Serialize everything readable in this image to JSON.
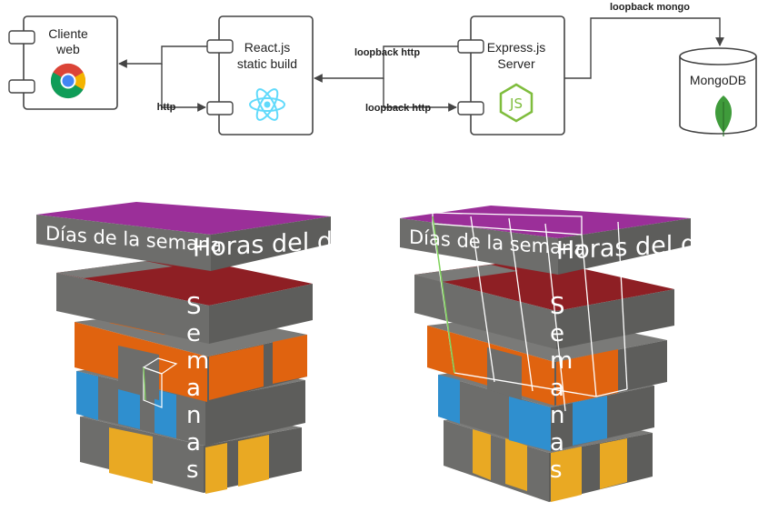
{
  "architecture": {
    "client": {
      "line1": "Cliente",
      "line2": "web",
      "icon": "chrome-icon"
    },
    "react": {
      "line1": "React.js",
      "line2": "static build",
      "icon": "react-icon"
    },
    "express": {
      "line1": "Express.js",
      "line2": "Server",
      "icon": "nodejs-icon"
    },
    "mongo": {
      "label": "MongoDB",
      "icon": "mongodb-leaf-icon"
    },
    "edges": {
      "http": "http",
      "loopback_http_top": "loopback http",
      "loopback_http_bottom": "loopback http",
      "loopback_mongo": "loopback mongo"
    }
  },
  "cube_left": {
    "label_days": "Días de la semana",
    "label_hours": "Horas del día",
    "label_weeks": "Semanas"
  },
  "cube_right": {
    "label_days": "Días de la semana",
    "label_hours": "Horas del día",
    "label_weeks": "Semanas"
  },
  "colors": {
    "purple": "#9b2f99",
    "red": "#8e1f24",
    "orange": "#e0630f",
    "blue": "#2f8fcf",
    "yellow": "#e9a923",
    "gray": "#6d6d6b",
    "react": "#61dafb",
    "node": "#7fbd3d",
    "mongo_leaf": "#3f9b3b"
  }
}
